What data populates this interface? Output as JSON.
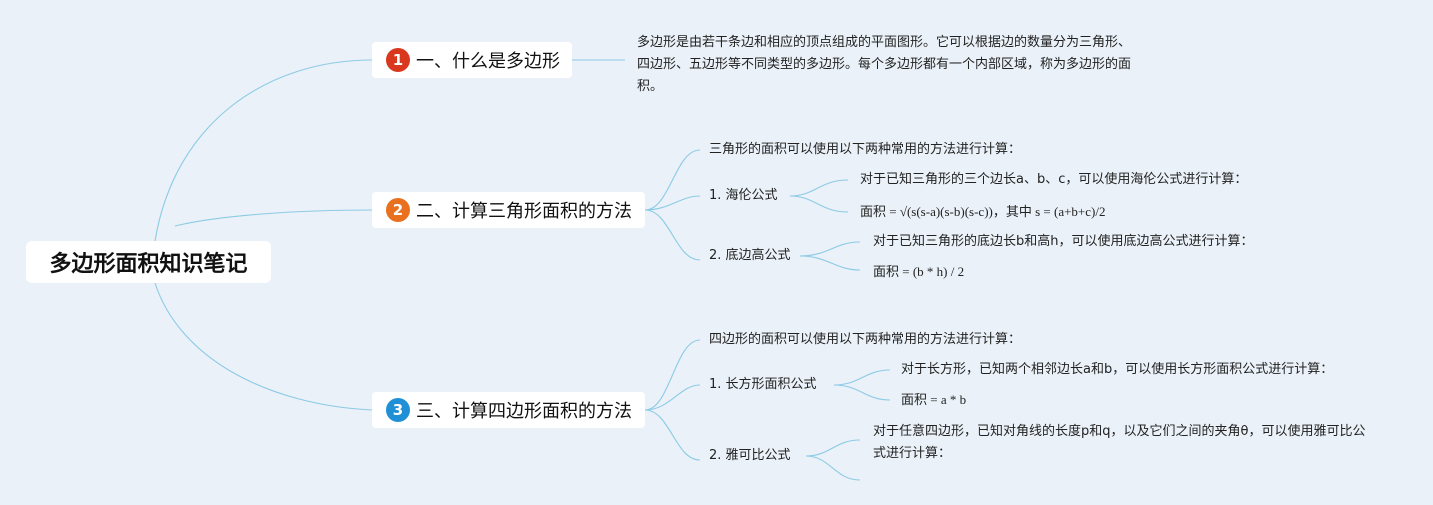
{
  "root": {
    "title": "多边形面积知识笔记"
  },
  "branches": [
    {
      "number": "1",
      "title": "一、什么是多边形",
      "description": "多边形是由若干条边和相应的顶点组成的平面图形。它可以根据边的数量分为三角形、四边形、五边形等不同类型的多边形。每个多边形都有一个内部区域，称为多边形的面积。"
    },
    {
      "number": "2",
      "title": "二、计算三角形面积的方法",
      "intro": "三角形的面积可以使用以下两种常用的方法进行计算：",
      "methods": [
        {
          "name": "1. 海伦公式",
          "condition": "对于已知三角形的三个边长a、b、c，可以使用海伦公式进行计算：",
          "formula": "面积 = √(s(s-a)(s-b)(s-c))，其中 s = (a+b+c)/2"
        },
        {
          "name": "2. 底边高公式",
          "condition": "对于已知三角形的底边长b和高h，可以使用底边高公式进行计算：",
          "formula": "面积 = (b * h) / 2"
        }
      ]
    },
    {
      "number": "3",
      "title": "三、计算四边形面积的方法",
      "intro": "四边形的面积可以使用以下两种常用的方法进行计算：",
      "methods": [
        {
          "name": "1. 长方形面积公式",
          "condition": "对于长方形，已知两个相邻边长a和b，可以使用长方形面积公式进行计算：",
          "formula": "面积 = a * b"
        },
        {
          "name": "2. 雅可比公式",
          "condition": "对于任意四边形，已知对角线的长度p和q，以及它们之间的夹角θ，可以使用雅可比公式进行计算：",
          "formula": ""
        }
      ]
    }
  ],
  "colors": {
    "background": "#eaf1f8",
    "link": "#8ccbe6",
    "badge1": "#d9381e",
    "badge2": "#e8701f",
    "badge3": "#1f8fd6"
  }
}
